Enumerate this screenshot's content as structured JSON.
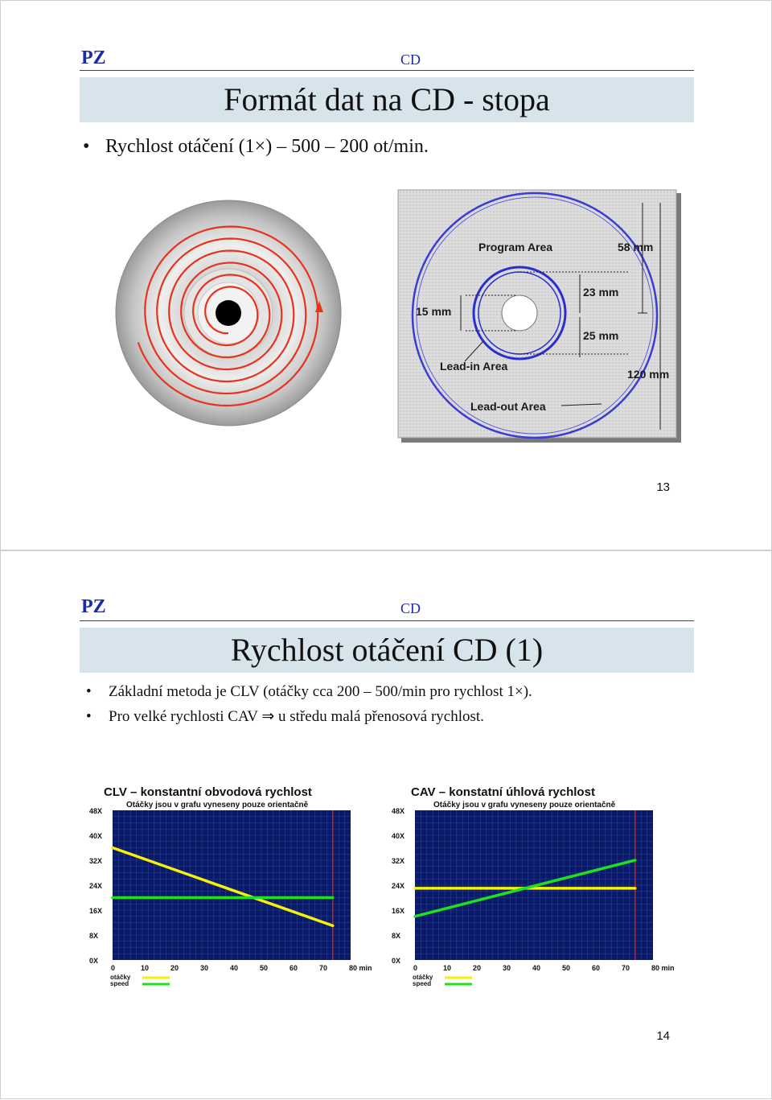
{
  "slide1": {
    "header_left": "PZ",
    "header_center": "CD",
    "title": "Formát dat na CD - stopa",
    "bullets": [
      "Rychlost otáčení (1×) – 500 – 200 ot/min."
    ],
    "diagram": {
      "labels": {
        "program_area": "Program Area",
        "mm58": "58 mm",
        "mm23": "23 mm",
        "mm15": "15 mm",
        "mm25": "25 mm",
        "mm120": "120 mm",
        "lead_in": "Lead-in Area",
        "lead_out": "Lead-out Area"
      }
    },
    "page_number": "13"
  },
  "slide2": {
    "header_left": "PZ",
    "header_center": "CD",
    "title": "Rychlost otáčení CD (1)",
    "bullets": [
      "Základní metoda je CLV (otáčky cca 200 – 500/min pro rychlost 1×).",
      "Pro velké rychlosti CAV ⇒ u středu malá přenosová rychlost."
    ],
    "page_number": "14"
  },
  "colors": {
    "accent_blue": "#1d2aa8",
    "title_bg": "#d7e4ec",
    "spiral_red": "#e8321e",
    "chart_bg": "#0a1a66",
    "chart_grid": "#2a3f9e",
    "yellow": "#f5f20a",
    "green": "#1fe01f",
    "limit_red": "#c0261a"
  },
  "chart_data": [
    {
      "type": "line",
      "title": "CLV – konstantní obvodová rychlost",
      "subtitle": "Otáčky jsou v grafu vyneseny pouze orientačně",
      "y_ticks": [
        "48X",
        "40X",
        "32X",
        "24X",
        "16X",
        "8X",
        "0X"
      ],
      "x_ticks": [
        "0",
        "10",
        "20",
        "30",
        "40",
        "50",
        "60",
        "70",
        "80 min"
      ],
      "xlim": [
        0,
        80
      ],
      "ylim": [
        0,
        48
      ],
      "limit_x": 74,
      "series": [
        {
          "name": "otáčky",
          "color": "yellow",
          "x": [
            0,
            74
          ],
          "y": [
            36,
            11
          ]
        },
        {
          "name": "speed",
          "color": "green",
          "x": [
            0,
            74
          ],
          "y": [
            20,
            20
          ]
        }
      ],
      "legend": [
        "otáčky",
        "speed"
      ],
      "legend_position": "bottom-left"
    },
    {
      "type": "line",
      "title": "CAV – konstatní úhlová rychlost",
      "subtitle": "Otáčky jsou v grafu vyneseny pouze orientačně",
      "y_ticks": [
        "48X",
        "40X",
        "32X",
        "24X",
        "16X",
        "8X",
        "0X"
      ],
      "x_ticks": [
        "0",
        "10",
        "20",
        "30",
        "40",
        "50",
        "60",
        "70",
        "80 min"
      ],
      "xlim": [
        0,
        80
      ],
      "ylim": [
        0,
        48
      ],
      "limit_x": 74,
      "series": [
        {
          "name": "otáčky",
          "color": "yellow",
          "x": [
            0,
            74
          ],
          "y": [
            23,
            23
          ]
        },
        {
          "name": "speed",
          "color": "green",
          "x": [
            0,
            74
          ],
          "y": [
            14,
            32
          ]
        }
      ],
      "legend": [
        "otáčky",
        "speed"
      ],
      "legend_position": "bottom-left"
    }
  ]
}
